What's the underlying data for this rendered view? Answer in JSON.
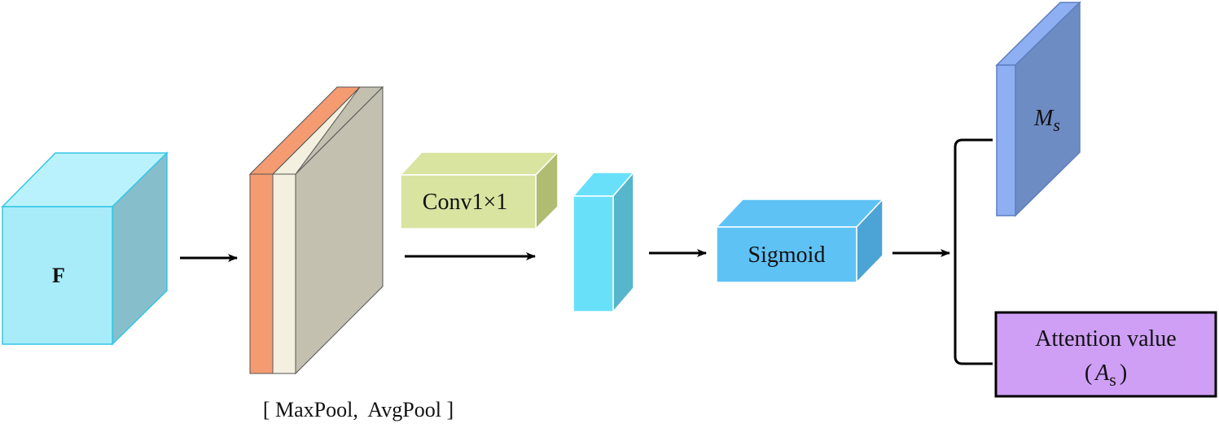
{
  "diagram": {
    "input": {
      "label": "F"
    },
    "pool": {
      "caption": "[ MaxPool,  AvgPool ]"
    },
    "conv": {
      "label": "Conv1×1"
    },
    "sigmoid": {
      "label": "Sigmoid"
    },
    "output_map": {
      "label_main": "M",
      "label_sub": "s"
    },
    "attention": {
      "line1": "Attention value",
      "label_open": "(",
      "label_main": "A",
      "label_sub": "s",
      "label_close": ")"
    }
  },
  "colors": {
    "input_front": "#A8ECFA",
    "input_top": "#B9F2FC",
    "input_side": "#86BFCB",
    "pool_orange": "#F49B72",
    "pool_cream": "#F3F0E0",
    "pool_gray": "#C4C0B0",
    "conv_front": "#D8E4A0",
    "conv_side": "#AFBC72",
    "feat_front": "#69E0FA",
    "feat_side": "#55B6CC",
    "sigmoid_front": "#5FC2F5",
    "sigmoid_side": "#4CA3D6",
    "ms_front": "#6E8CC4",
    "ms_side": "#8EB0F2",
    "attention_fill": "#CF9FF5"
  }
}
